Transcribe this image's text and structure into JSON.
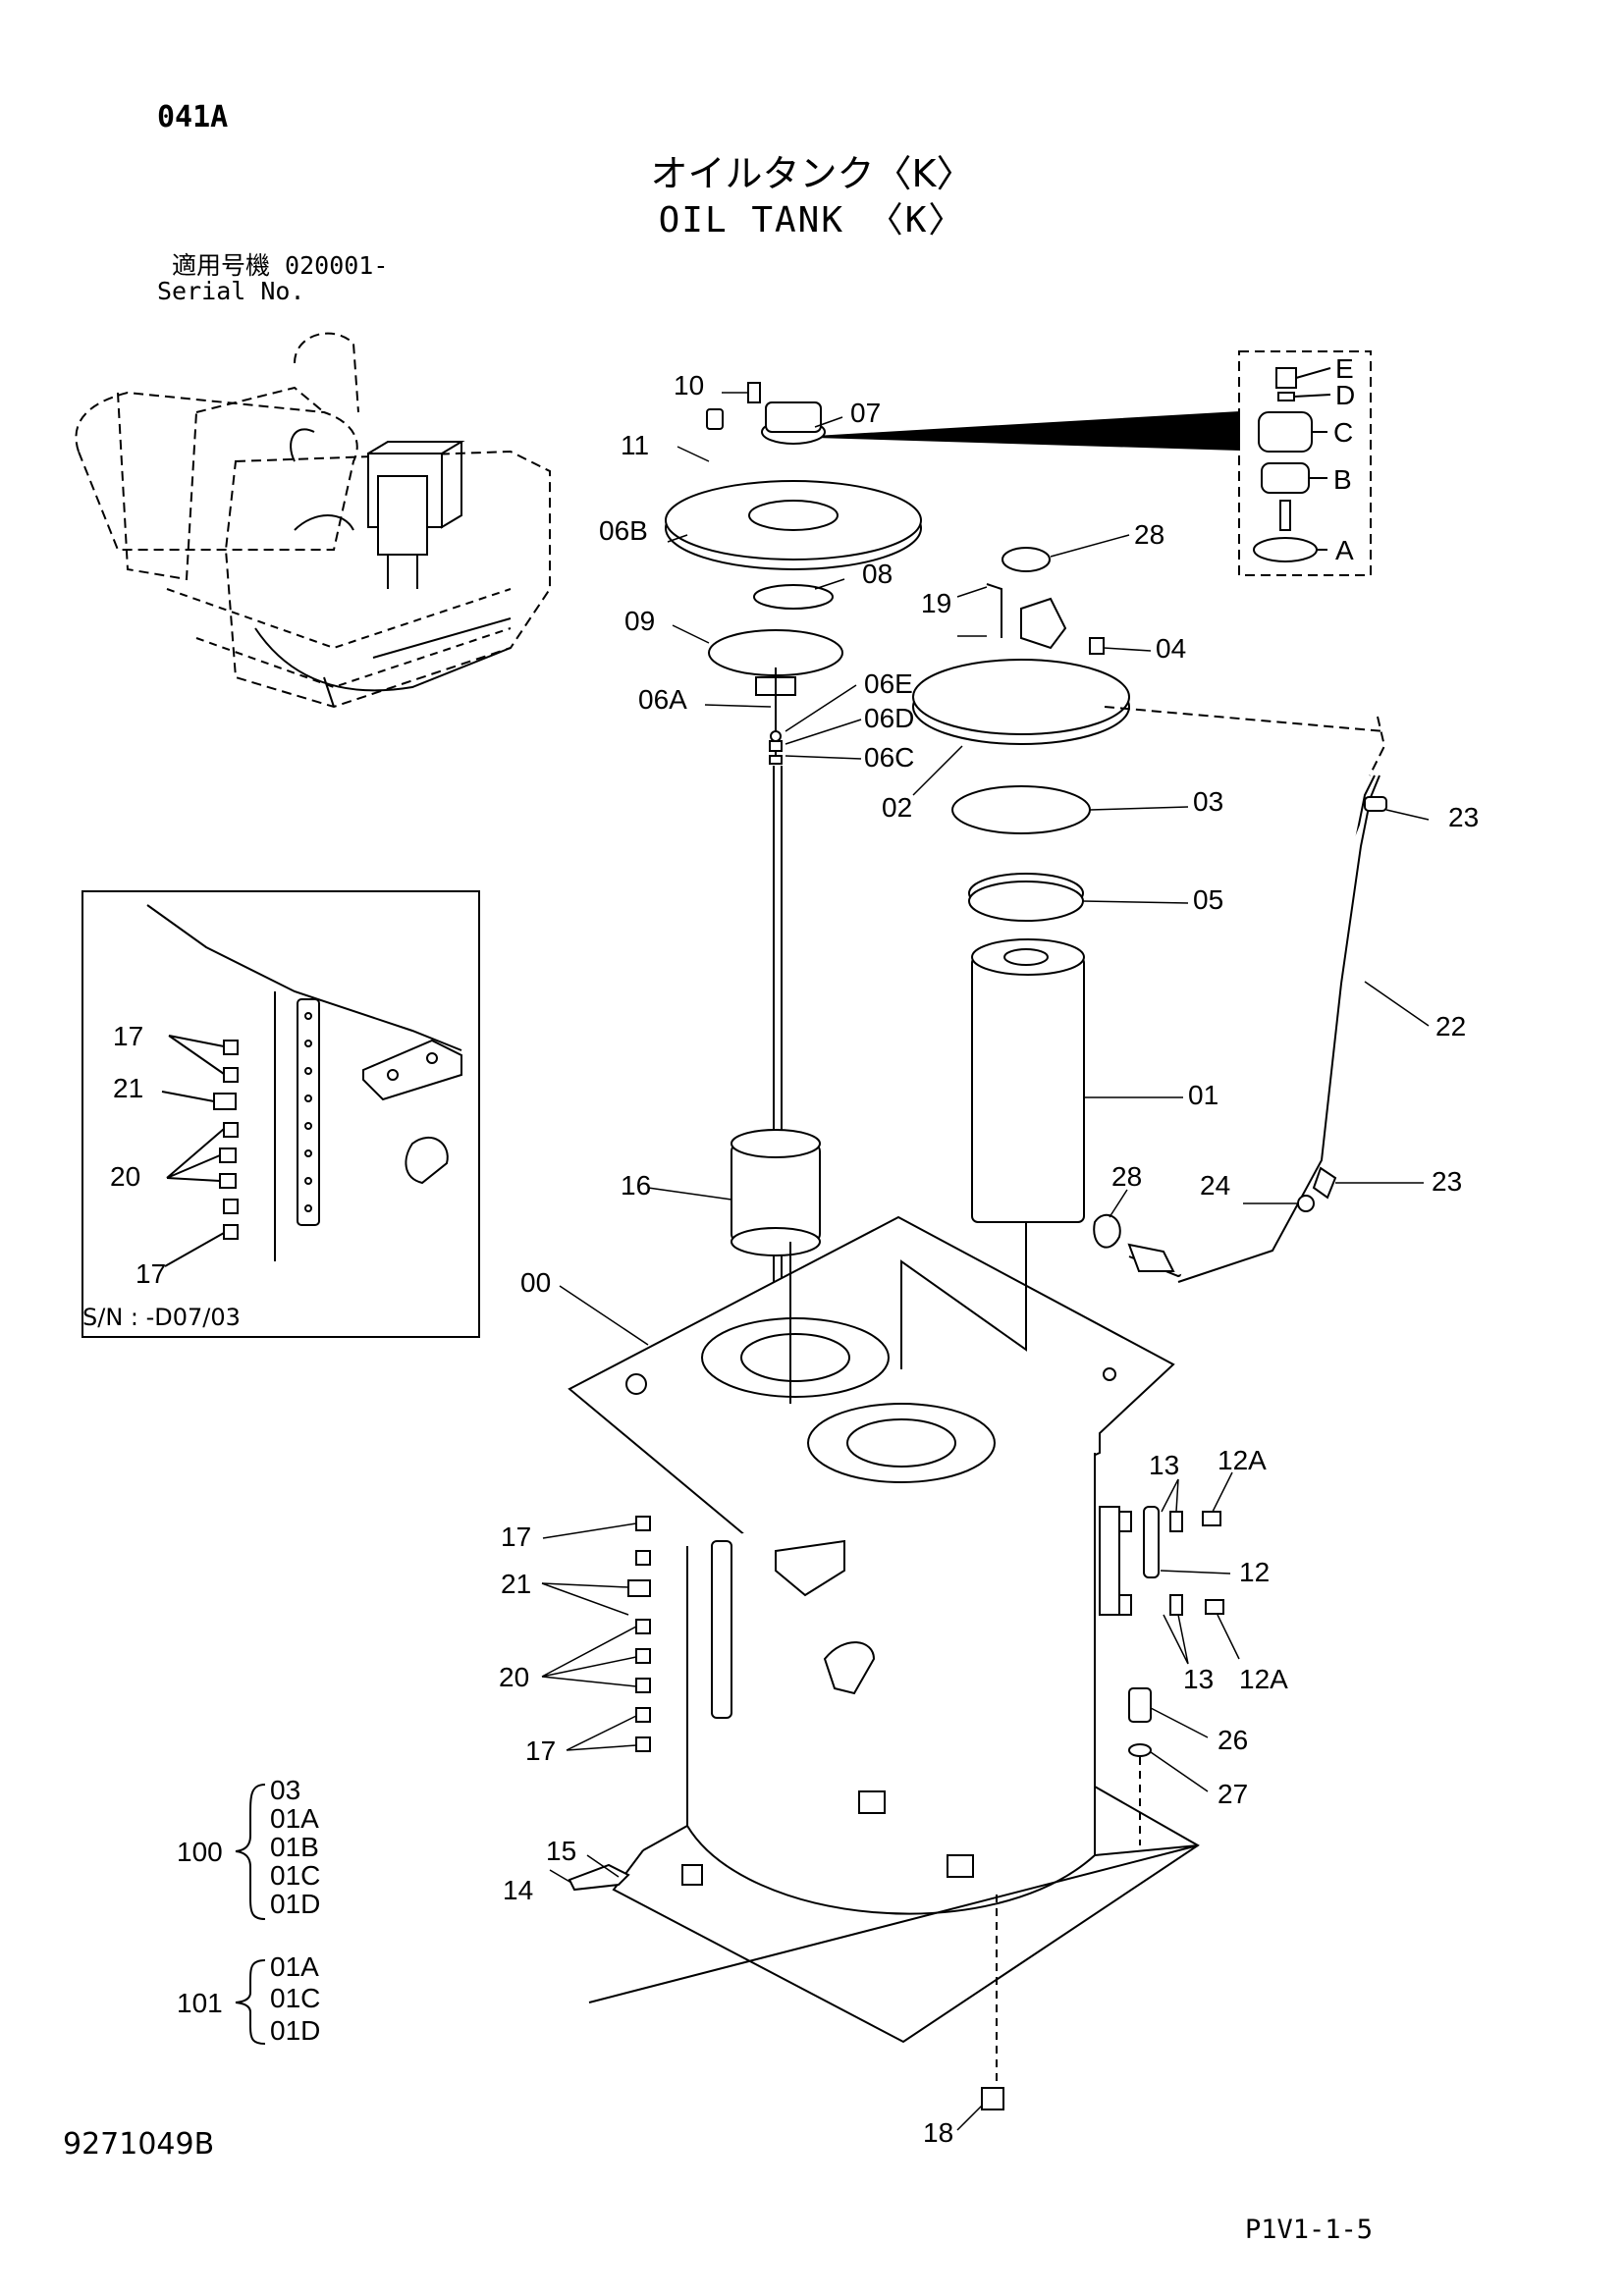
{
  "header": {
    "page_code": "041A",
    "title_jp": "オイルタンク〈K〉",
    "title_en": "OIL TANK 〈K〉",
    "serial_jp": "適用号機  020001-",
    "serial_en": "Serial No."
  },
  "inset": {
    "note": "S/N : -D07/03"
  },
  "labels": {
    "l00": "00",
    "l01": "01",
    "l02": "02",
    "l03": "03",
    "l04": "04",
    "l05": "05",
    "l06A": "06A",
    "l06B": "06B",
    "l06C": "06C",
    "l06D": "06D",
    "l06E": "06E",
    "l07": "07",
    "l08": "08",
    "l09": "09",
    "l10": "10",
    "l11": "11",
    "l12": "12",
    "l12A1": "12A",
    "l12A2": "12A",
    "l13a": "13",
    "l13b": "13",
    "l14": "14",
    "l15": "15",
    "l16": "16",
    "l17a": "17",
    "l17b": "17",
    "l18": "18",
    "l19": "19",
    "l20": "20",
    "l21": "21",
    "l22": "22",
    "l23a": "23",
    "l23b": "23",
    "l24": "24",
    "l26": "26",
    "l27": "27",
    "l28a": "28",
    "l28b": "28",
    "lA": "A",
    "lB": "B",
    "lC": "C",
    "lD": "D",
    "lE": "E",
    "in17a": "17",
    "in17b": "17",
    "in20": "20",
    "in21": "21"
  },
  "kits": {
    "k100": {
      "id": "100",
      "items": [
        "03",
        "01A",
        "01B",
        "01C",
        "01D"
      ]
    },
    "k101": {
      "id": "101",
      "items": [
        "01A",
        "01C",
        "01D"
      ]
    }
  },
  "footer": {
    "doc_number": "9271049B",
    "page_number": "P1V1-1-5"
  }
}
